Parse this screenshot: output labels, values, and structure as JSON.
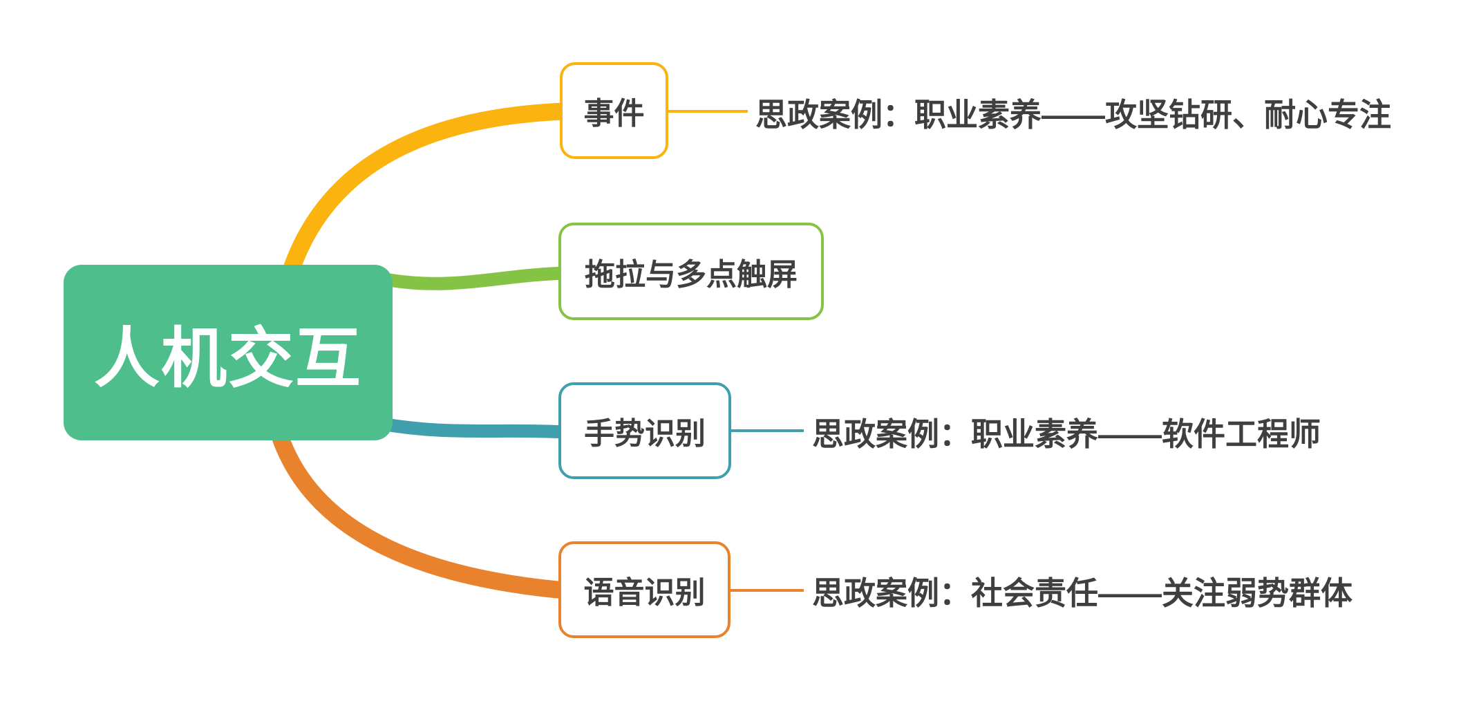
{
  "diagram": {
    "type": "mindmap",
    "background": "#FFFFFF",
    "root": {
      "label": "人机交互",
      "fill": "#4DBE8C",
      "text_color": "#FFFFFF"
    },
    "note_text_color": "#3F3F3F",
    "branches": [
      {
        "label": "事件",
        "color": "#FBB30F",
        "note": "思政案例：职业素养——攻坚钻研、耐心专注"
      },
      {
        "label": "拖拉与多点触屏",
        "color": "#85C345",
        "note": ""
      },
      {
        "label": "手势识别",
        "color": "#3F9FAD",
        "note": "思政案例：职业素养——软件工程师"
      },
      {
        "label": "语音识别",
        "color": "#E8822D",
        "note": "思政案例：社会责任——关注弱势群体"
      }
    ]
  }
}
